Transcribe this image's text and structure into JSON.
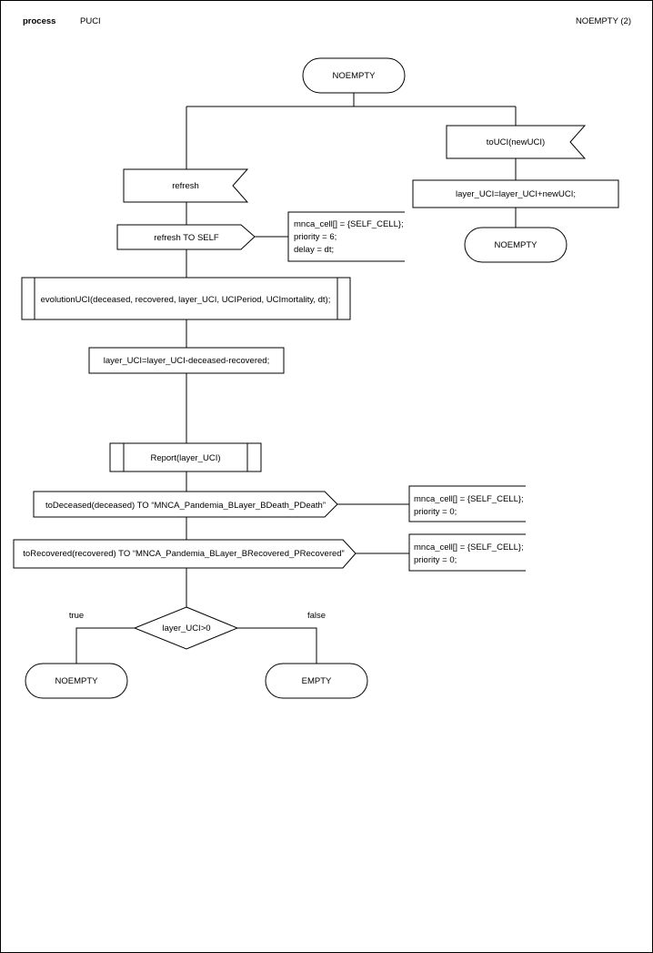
{
  "header": {
    "process_label": "process",
    "process_name": "PUCI",
    "page_title": "NOEMPTY (2)"
  },
  "diagram": {
    "start_state": "NOEMPTY",
    "left_branch": {
      "input_signal": "refresh",
      "output_signal": "refresh TO SELF",
      "output_comment": [
        "mnca_cell[] = {SELF_CELL};",
        "priority = 6;",
        "delay = dt;"
      ],
      "procedure_call": "evolutionUCI(deceased, recovered, layer_UCI, UCIPeriod, UCImortality, dt);",
      "task": "layer_UCI=layer_UCI-deceased-recovered;",
      "report_call": "Report(layer_UCI)",
      "output_deceased": "toDeceased(deceased) TO “MNCA_Pandemia_BLayer_BDeath_PDeath”",
      "output_deceased_comment": [
        "mnca_cell[] = {SELF_CELL};",
        "priority = 0;"
      ],
      "output_recovered": "toRecovered(recovered) TO “MNCA_Pandemia_BLayer_BRecovered_PRecovered”",
      "output_recovered_comment": [
        "mnca_cell[] = {SELF_CELL};",
        "priority = 0;"
      ],
      "decision": "layer_UCI>0",
      "true_label": "true",
      "false_label": "false",
      "true_state": "NOEMPTY",
      "false_state": "EMPTY"
    },
    "right_branch": {
      "input_signal": "toUCI(newUCI)",
      "task": "layer_UCI=layer_UCI+newUCI;",
      "next_state": "NOEMPTY"
    }
  }
}
